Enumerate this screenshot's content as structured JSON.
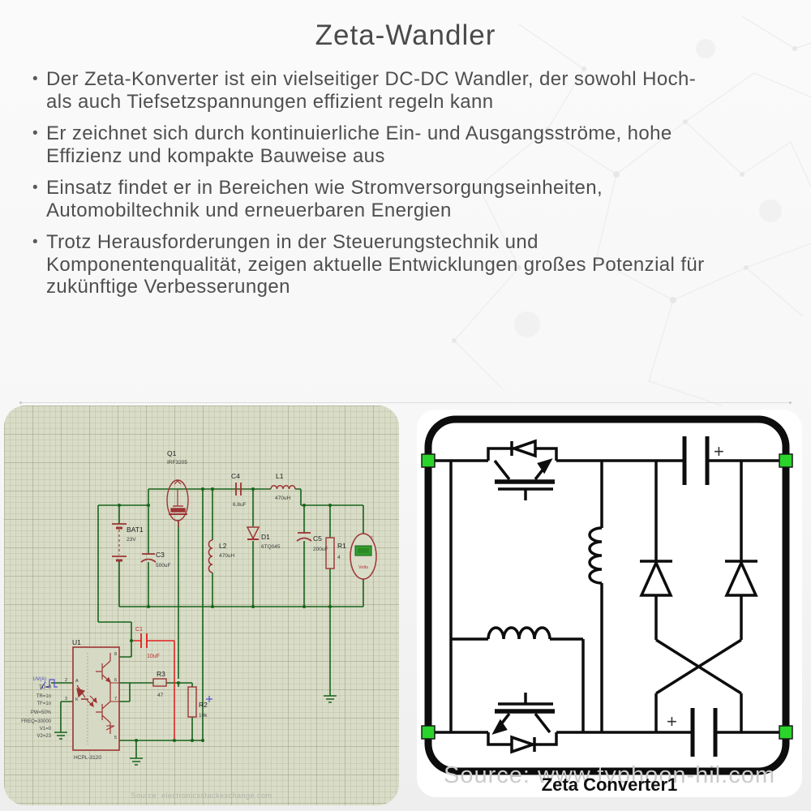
{
  "slide": {
    "title": "Zeta-Wandler",
    "bullet_char": "•",
    "bullets": [
      {
        "lines": [
          "Der Zeta-Konverter ist ein vielseitiger DC-DC Wandler, der sowohl Hoch-",
          "als auch Tiefsetzspannungen effizient regeln kann"
        ]
      },
      {
        "lines": [
          "Er zeichnet sich durch kontinuierliche Ein- und Ausgangsströme, hohe",
          "Effizienz und kompakte Bauweise aus"
        ]
      },
      {
        "lines": [
          "Einsatz findet er in Bereichen wie Stromversorgungseinheiten,",
          "Automobiltechnik und erneuerbaren Energien"
        ]
      },
      {
        "lines": [
          "Trotz Herausforderungen in der Steuerungstechnik und",
          "Komponentenqualität, zeigen aktuelle Entwicklungen großes Potenzial für",
          "zukünftige Verbesserungen"
        ]
      }
    ]
  },
  "proteus": {
    "watermark": "Source: electronicsstackexchange.com",
    "meter": {
      "label": "Volts"
    },
    "components": {
      "q1": {
        "ref": "Q1",
        "val": "IRF3205"
      },
      "bat1": {
        "ref": "BAT1",
        "val": "23V"
      },
      "c1": {
        "ref": "C1",
        "val": "10uF"
      },
      "c3": {
        "ref": "C3",
        "val": "500uF"
      },
      "c4": {
        "ref": "C4",
        "val": "6.8uF"
      },
      "c5": {
        "ref": "C5",
        "val": "200uF"
      },
      "l1": {
        "ref": "L1",
        "val": "470uH"
      },
      "l2": {
        "ref": "L2",
        "val": "470uH"
      },
      "d1": {
        "ref": "D1",
        "val": "6TQ045"
      },
      "r1": {
        "ref": "R1",
        "val": "4"
      },
      "r2": {
        "ref": "R2",
        "val": "10k"
      },
      "r3": {
        "ref": "R3",
        "val": "47"
      }
    },
    "u1": {
      "ref": "U1",
      "part": "HCPL-3120",
      "pins": {
        "p2": "2",
        "p3": "3",
        "p5": "5",
        "p6": "6",
        "p7": "7",
        "p8": "8"
      },
      "anode": "A",
      "cathode": "K"
    },
    "source": {
      "name": "UV(A)",
      "params": [
        "TD=0",
        "TR=1n",
        "TF=1n",
        "PW=50%",
        "FREQ=30000",
        "V1=0",
        "V2=23"
      ]
    }
  },
  "typhoon": {
    "label": "Zeta Converter1",
    "watermark": "Source: www.typhoon-hil.com",
    "plus": "+"
  },
  "colors": {
    "wire_green": "#17631b",
    "component_maroon": "#9c3434",
    "net_red": "#e32020",
    "terminal_green": "#2bd42b",
    "schematic_bg": "#d9dcc7"
  }
}
